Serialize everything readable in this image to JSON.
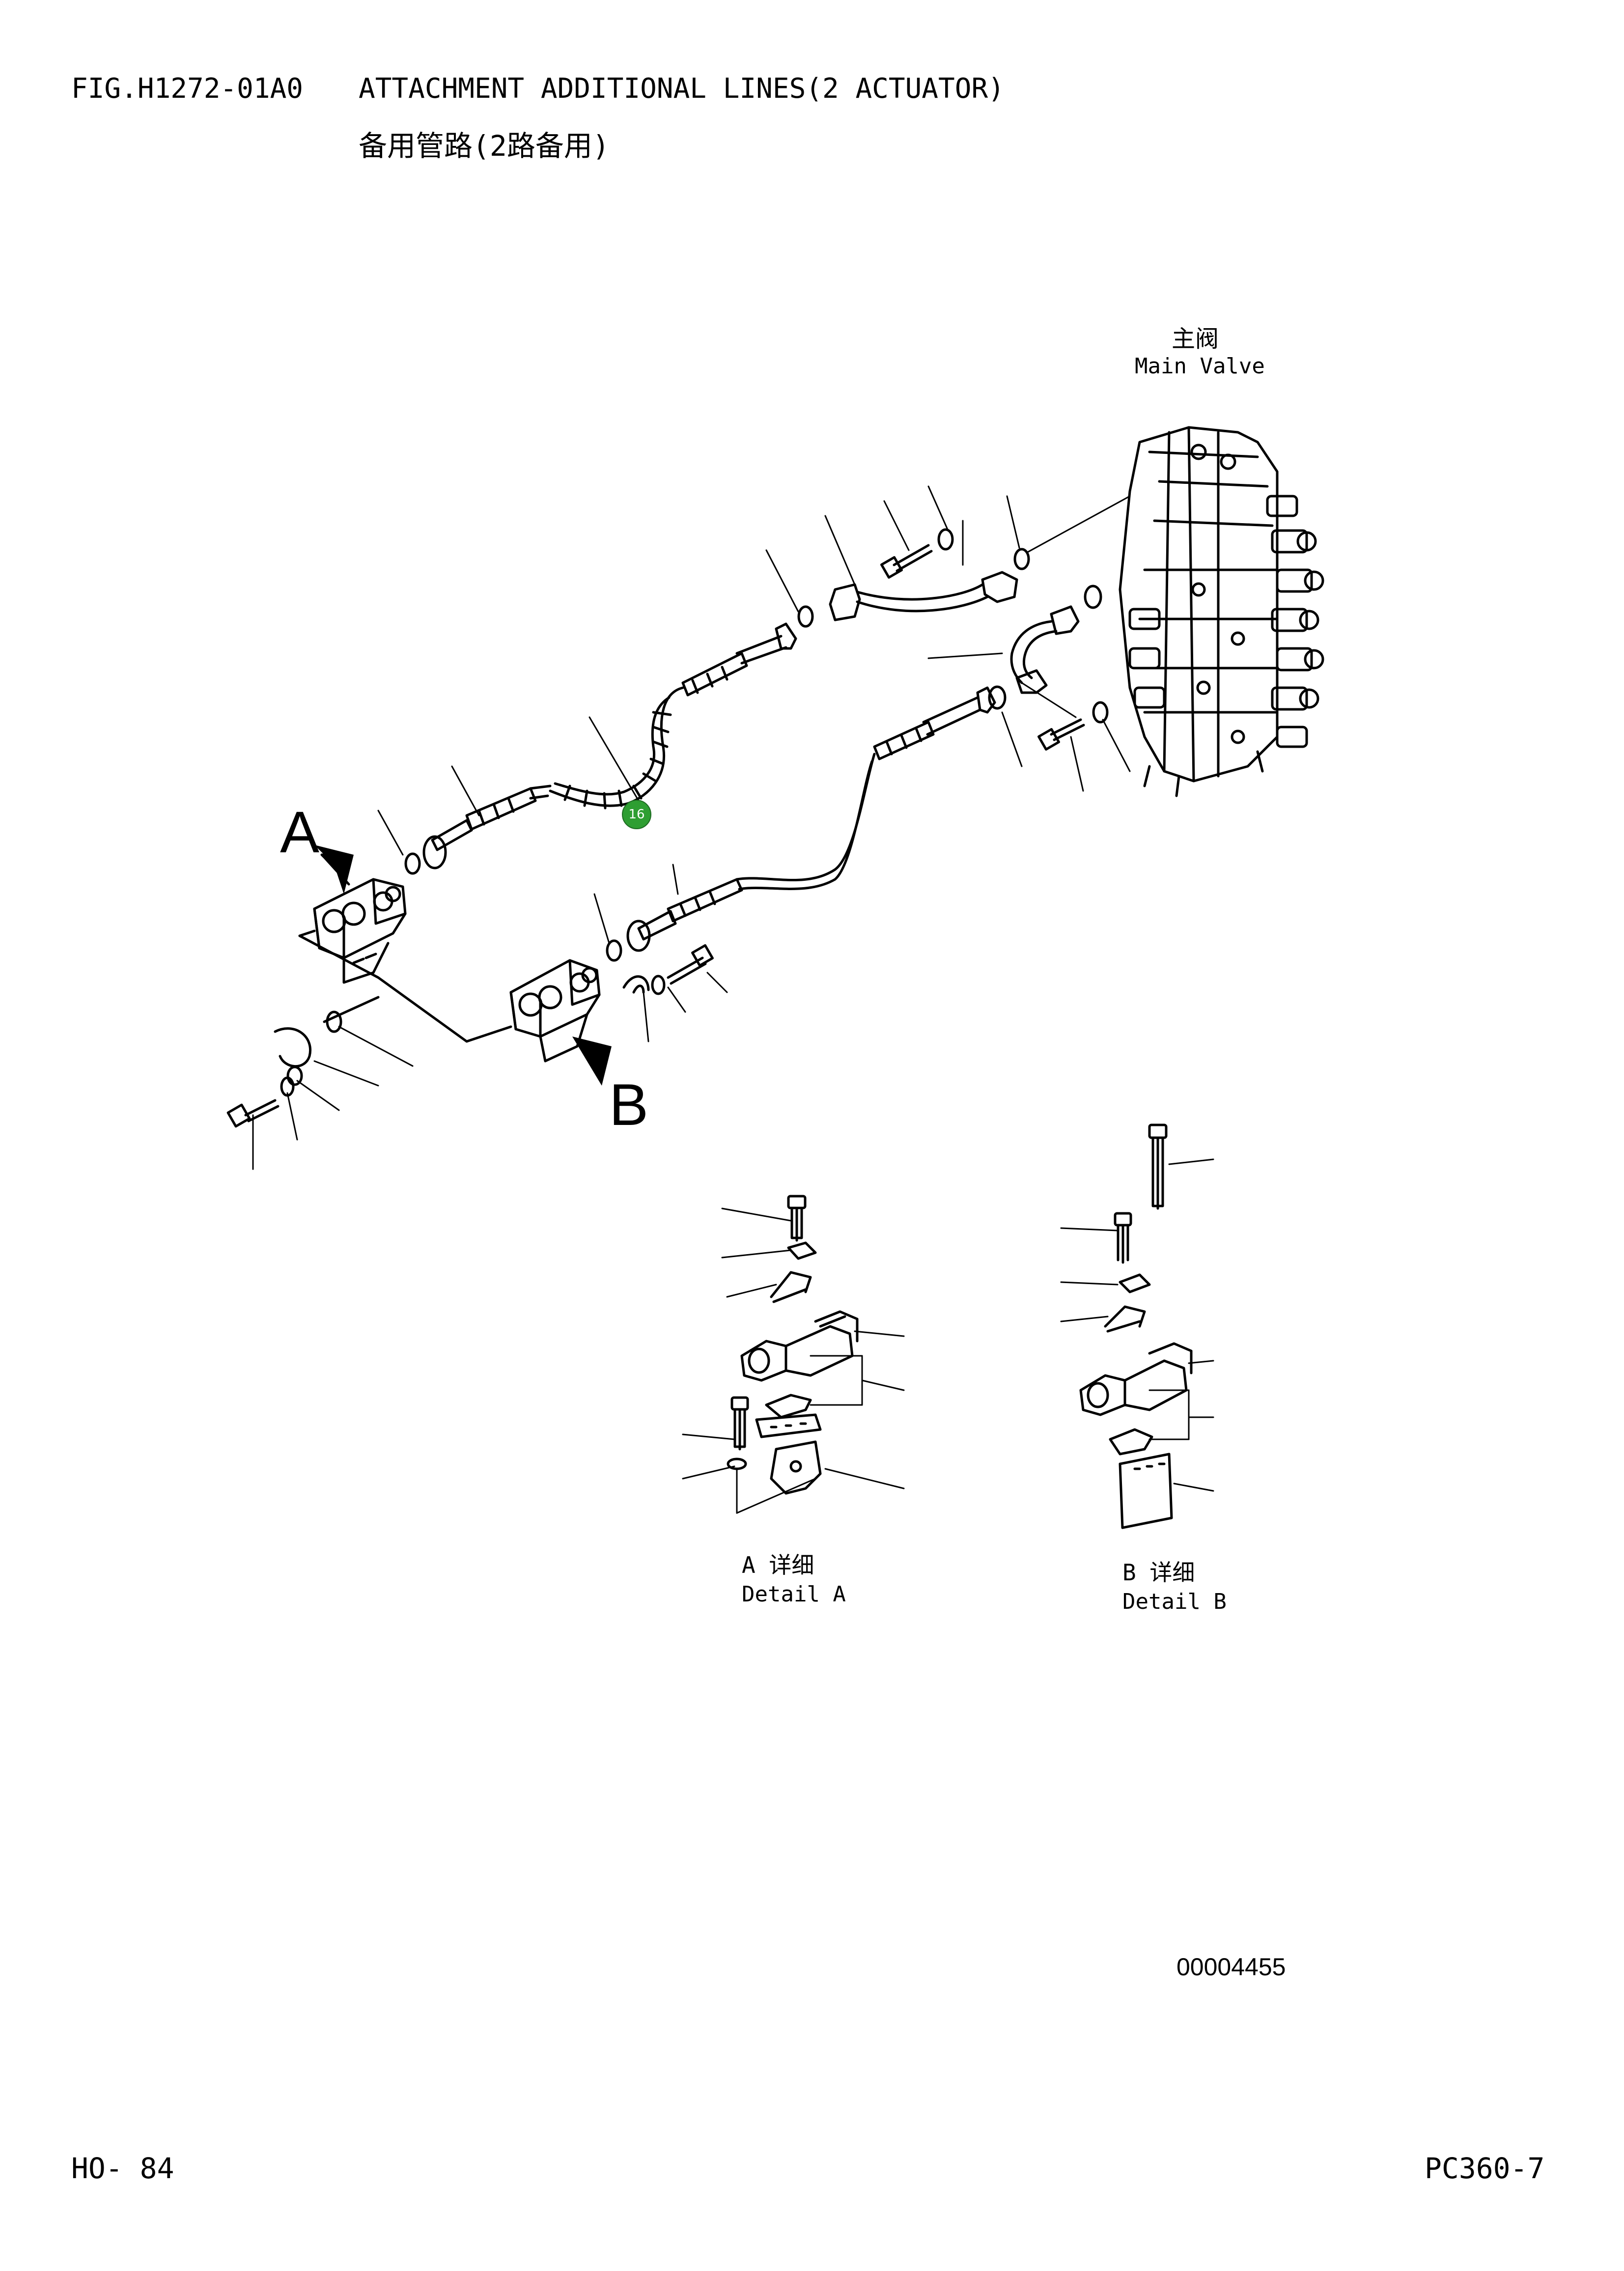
{
  "header": {
    "figure_number": "FIG.H1272-01A0",
    "title_en": "ATTACHMENT ADDITIONAL LINES(2 ACTUATOR)",
    "title_cn": "备用管路(2路备用)"
  },
  "labels": {
    "main_valve_cn": "主阀",
    "main_valve_en": "Main Valve",
    "view_a": "A",
    "view_b": "B",
    "detail_a_cn": "A  详细",
    "detail_a_en": "Detail A",
    "detail_b_cn": "B  详细",
    "detail_b_en": "Detail B"
  },
  "callout": {
    "number": "16",
    "color": "#2e9e32"
  },
  "footer": {
    "drawing_id": "00004455",
    "page": "HO- 84",
    "model": "PC360-7"
  }
}
